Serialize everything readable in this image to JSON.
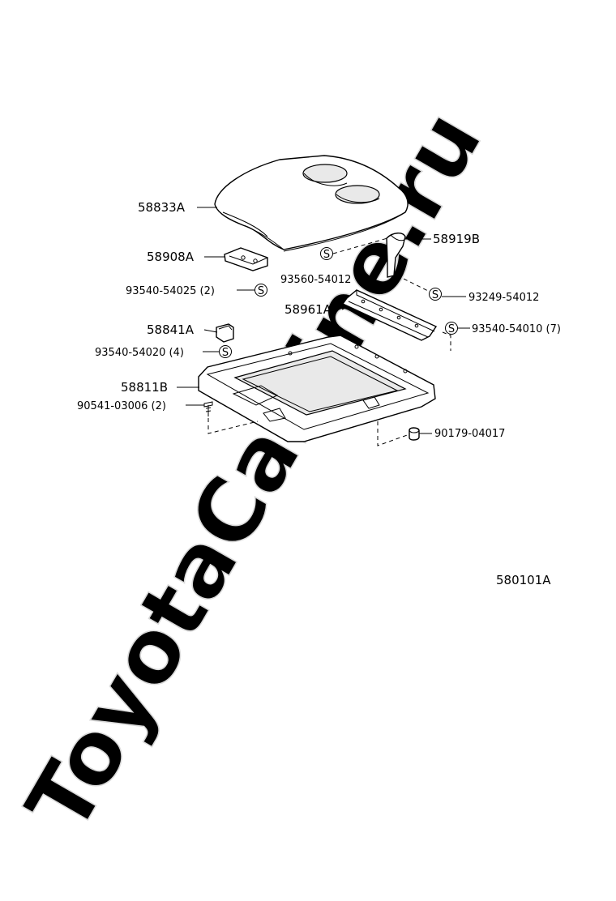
{
  "watermark": "ToyotaCarline.ru",
  "diagram_id": "580101A",
  "part_labels": {
    "lid": "58833A",
    "latch_plate": "58908A",
    "latch_screw": "93540-54025 (2)",
    "bracket": "58919B",
    "bracket_screw": "93560-54012",
    "hinge_screw": "93249-54012",
    "hinge": "58961A",
    "hinge_base_screw": "93540-54010 (7)",
    "striker": "58841A",
    "striker_screw": "93540-54020 (4)",
    "base": "58811B",
    "base_bolt": "90541-03006 (2)",
    "base_nut": "90179-04017"
  },
  "symbols": {
    "screw_symbol": "S"
  }
}
